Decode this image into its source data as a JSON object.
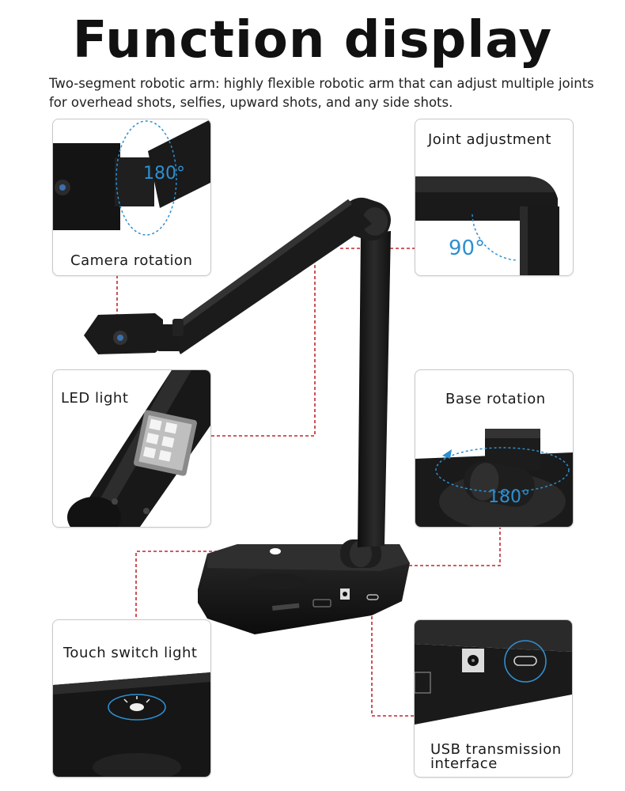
{
  "header": {
    "title": "Function display",
    "subtitle": "Two-segment robotic arm: highly flexible robotic arm that can adjust multiple joints for overhead shots, selfies, upward shots, and any side shots."
  },
  "panels": {
    "camera_rotation": {
      "label": "Camera rotation",
      "angle": "180°"
    },
    "joint_adjustment": {
      "label": "Joint adjustment",
      "angle": "90°"
    },
    "led_light": {
      "label": "LED light"
    },
    "base_rotation": {
      "label": "Base rotation",
      "angle": "180°"
    },
    "touch_switch": {
      "label": "Touch switch light"
    },
    "usb": {
      "label_line1": "USB transmission",
      "label_line2": "interface"
    }
  },
  "colors": {
    "accent_blue": "#2e8fd0",
    "leader_red": "#c0272d",
    "device_black": "#1c1c1c"
  }
}
